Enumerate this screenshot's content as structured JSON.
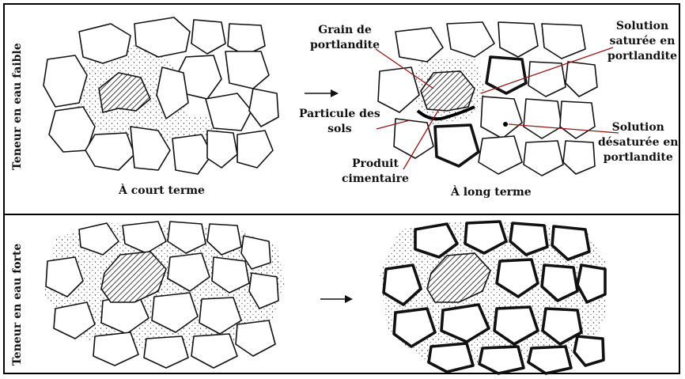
{
  "rows": [
    {
      "label": "Teneur en eau faible"
    },
    {
      "label": "Teneur en eau forte"
    }
  ],
  "captions": {
    "short_term": "À court terme",
    "long_term": "À long terme"
  },
  "annotations": {
    "grain_portlandite": "Grain de\nportlandite",
    "saturated_solution": "Solution\nsaturée en\nportlandite",
    "soil_particle": "Particule des\nsols",
    "cement_product": "Produit\ncimentaire",
    "desaturated_solution": "Solution\ndésaturée en\nportlandite"
  },
  "colors": {
    "leader_lines": "#8b1a1a",
    "outline": "#111111"
  }
}
